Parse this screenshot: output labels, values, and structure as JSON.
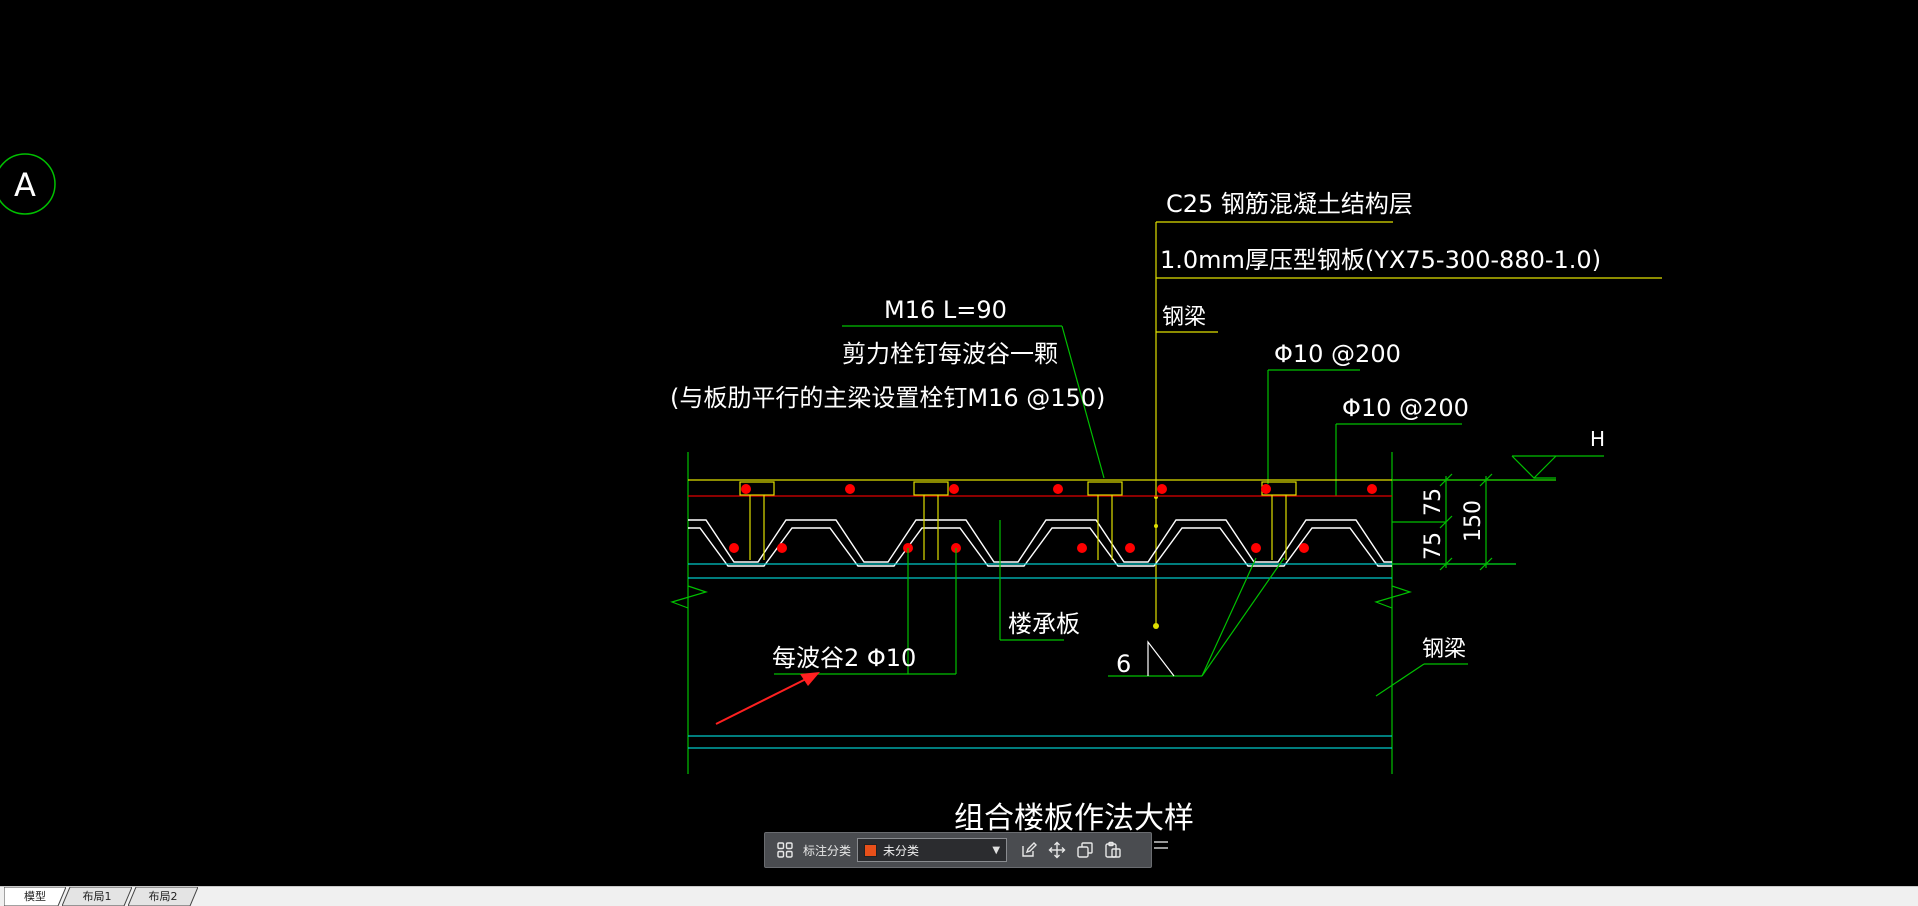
{
  "drawing": {
    "grid_bubble": "A",
    "labels": {
      "concrete_layer": "C25 钢筋混凝土结构层",
      "deck_plate": "1.0mm厚压型钢板(YX75-300-880-1.0)",
      "steel_beam_top": "钢梁",
      "stud_spec": "M16  L=90",
      "stud_desc": "剪力栓钉每波谷一颗",
      "stud_note": "(与板肋平行的主梁设置栓钉M16 @150)",
      "rebar_1": "Φ10 @200",
      "rebar_2": "Φ10 @200",
      "level_mark": "H",
      "dim_75_top": "75",
      "dim_75_bottom": "75",
      "dim_150": "150",
      "floor_deck": "楼承板",
      "per_valley_rebar": "每波谷2 Φ10",
      "weld_size": "6",
      "steel_beam_side": "钢梁",
      "title": "组合楼板作法大样"
    }
  },
  "toolbar": {
    "category_label": "标注分类",
    "category_value": "未分类",
    "category_color": "#e8501a"
  },
  "tabs": [
    {
      "label": "模型",
      "active": true
    },
    {
      "label": "布局1",
      "active": false
    },
    {
      "label": "布局2",
      "active": false
    }
  ],
  "colors": {
    "green": "#00c000",
    "yellow": "#e0e000",
    "red": "#ff0000",
    "cyan": "#00c8c8",
    "white": "#ffffff"
  }
}
